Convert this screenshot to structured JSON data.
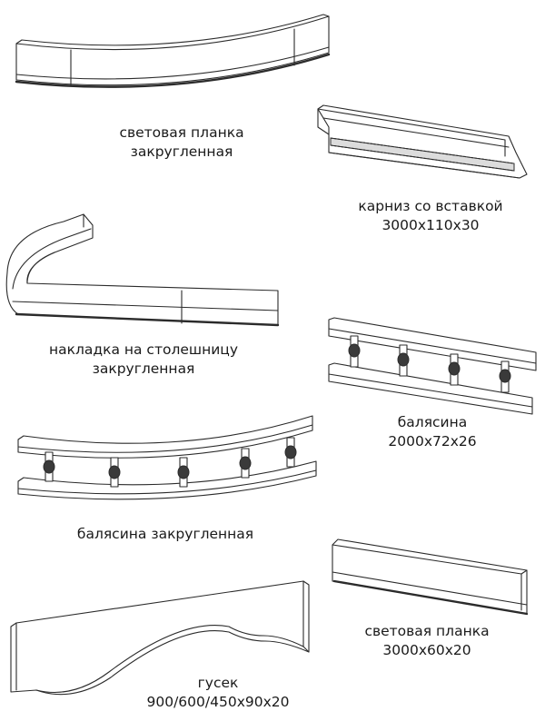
{
  "items": [
    {
      "line1": "световая планка",
      "line2": "закругленная"
    },
    {
      "line1": "карниз со вставкой",
      "line2": "3000x110x30"
    },
    {
      "line1": "накладка на столешницу",
      "line2": "закругленная"
    },
    {
      "line1": "балясина",
      "line2": "2000x72x26"
    },
    {
      "line1": "балясина закругленная",
      "line2": ""
    },
    {
      "line1": "световая планка",
      "line2": "3000x60x20"
    },
    {
      "line1": "гусек",
      "line2": "900/600/450x90x20"
    }
  ]
}
